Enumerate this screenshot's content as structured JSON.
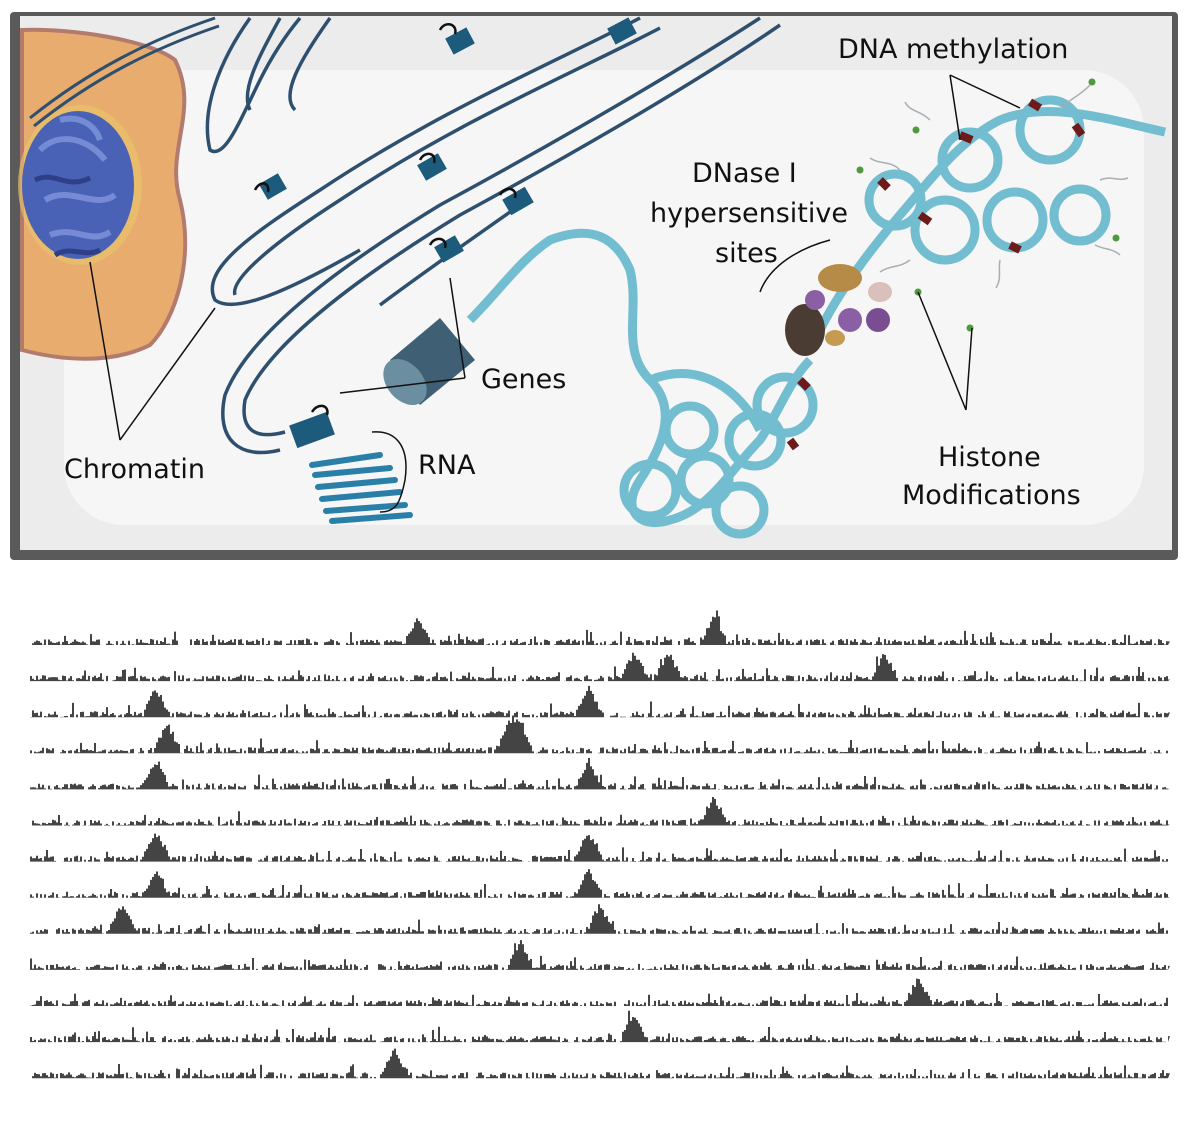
{
  "labels": {
    "dna_methylation": "DNA methylation",
    "dnase_line1": "DNase I",
    "dnase_line2": "hypersensitive",
    "dnase_line3": "sites",
    "genes": "Genes",
    "rna": "RNA",
    "chromatin": "Chromatin",
    "histone_line1": "Histone",
    "histone_line2": "Modifications"
  },
  "colors": {
    "panel_bg": "#ececec",
    "panel_inner": "#f6f6f6",
    "panel_frame": "#4a4a4a",
    "cell": "#e8ac6e",
    "cell_border": "#b37a6e",
    "nucleus": "#4a62b5",
    "strand": "#2e4f6e",
    "gene_block": "#1d5b7c",
    "nucleosome": "#73bdd0",
    "methyl_band": "#6e1a1a",
    "track": "#444444"
  },
  "tracks": {
    "count": 13,
    "peak_positions_per_track": [
      [
        0.34,
        0.6
      ],
      [
        0.53,
        0.56,
        0.75
      ],
      [
        0.11,
        0.49
      ],
      [
        0.43,
        0.42,
        0.12
      ],
      [
        0.11,
        0.49
      ],
      [
        0.6
      ],
      [
        0.11,
        0.49
      ],
      [
        0.11,
        0.49
      ],
      [
        0.5,
        0.08
      ],
      [
        0.43
      ],
      [
        0.78
      ],
      [
        0.53
      ],
      [
        0.32
      ]
    ]
  }
}
